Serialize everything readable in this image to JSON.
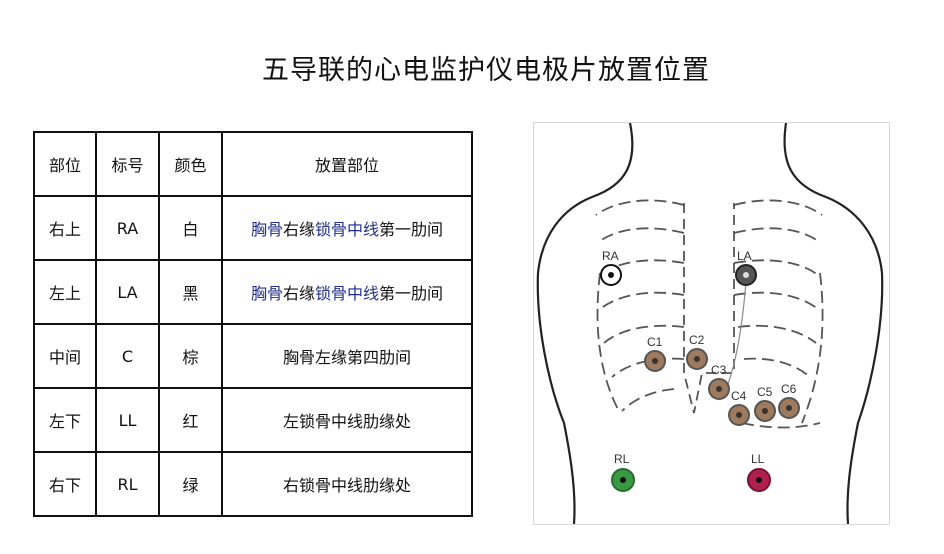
{
  "title": "五导联的心电监护仪电极片放置位置",
  "table": {
    "headers": [
      "部位",
      "标号",
      "颜色",
      "放置部位"
    ],
    "rows": [
      {
        "part": "右上",
        "code": "RA",
        "color": "白",
        "place_parts": [
          "胸骨",
          "右缘",
          "锁骨中线",
          "第一肋间"
        ]
      },
      {
        "part": "左上",
        "code": "LA",
        "color": "黑",
        "place_parts": [
          "胸骨",
          "右缘",
          "锁骨中线",
          "第一肋间"
        ]
      },
      {
        "part": "中间",
        "code": "C",
        "color": "棕",
        "place_parts": [
          "胸骨左缘第四肋间"
        ]
      },
      {
        "part": "左下",
        "code": "LL",
        "color": "红",
        "place_parts": [
          "左锁骨中线肋缘处"
        ]
      },
      {
        "part": "右下",
        "code": "RL",
        "color": "绿",
        "place_parts": [
          "右锁骨中线肋缘处"
        ]
      }
    ]
  },
  "figure": {
    "labels": {
      "RA": "RA",
      "LA": "LA",
      "C1": "C1",
      "C2": "C2",
      "C3": "C3",
      "C4": "C4",
      "C5": "C5",
      "C6": "C6",
      "RL": "RL",
      "LL": "LL"
    },
    "colors": {
      "white": "#ffffff",
      "black": "#555555",
      "brown": "#a07a5c",
      "green": "#3a9a44",
      "red": "#b0204e"
    }
  }
}
